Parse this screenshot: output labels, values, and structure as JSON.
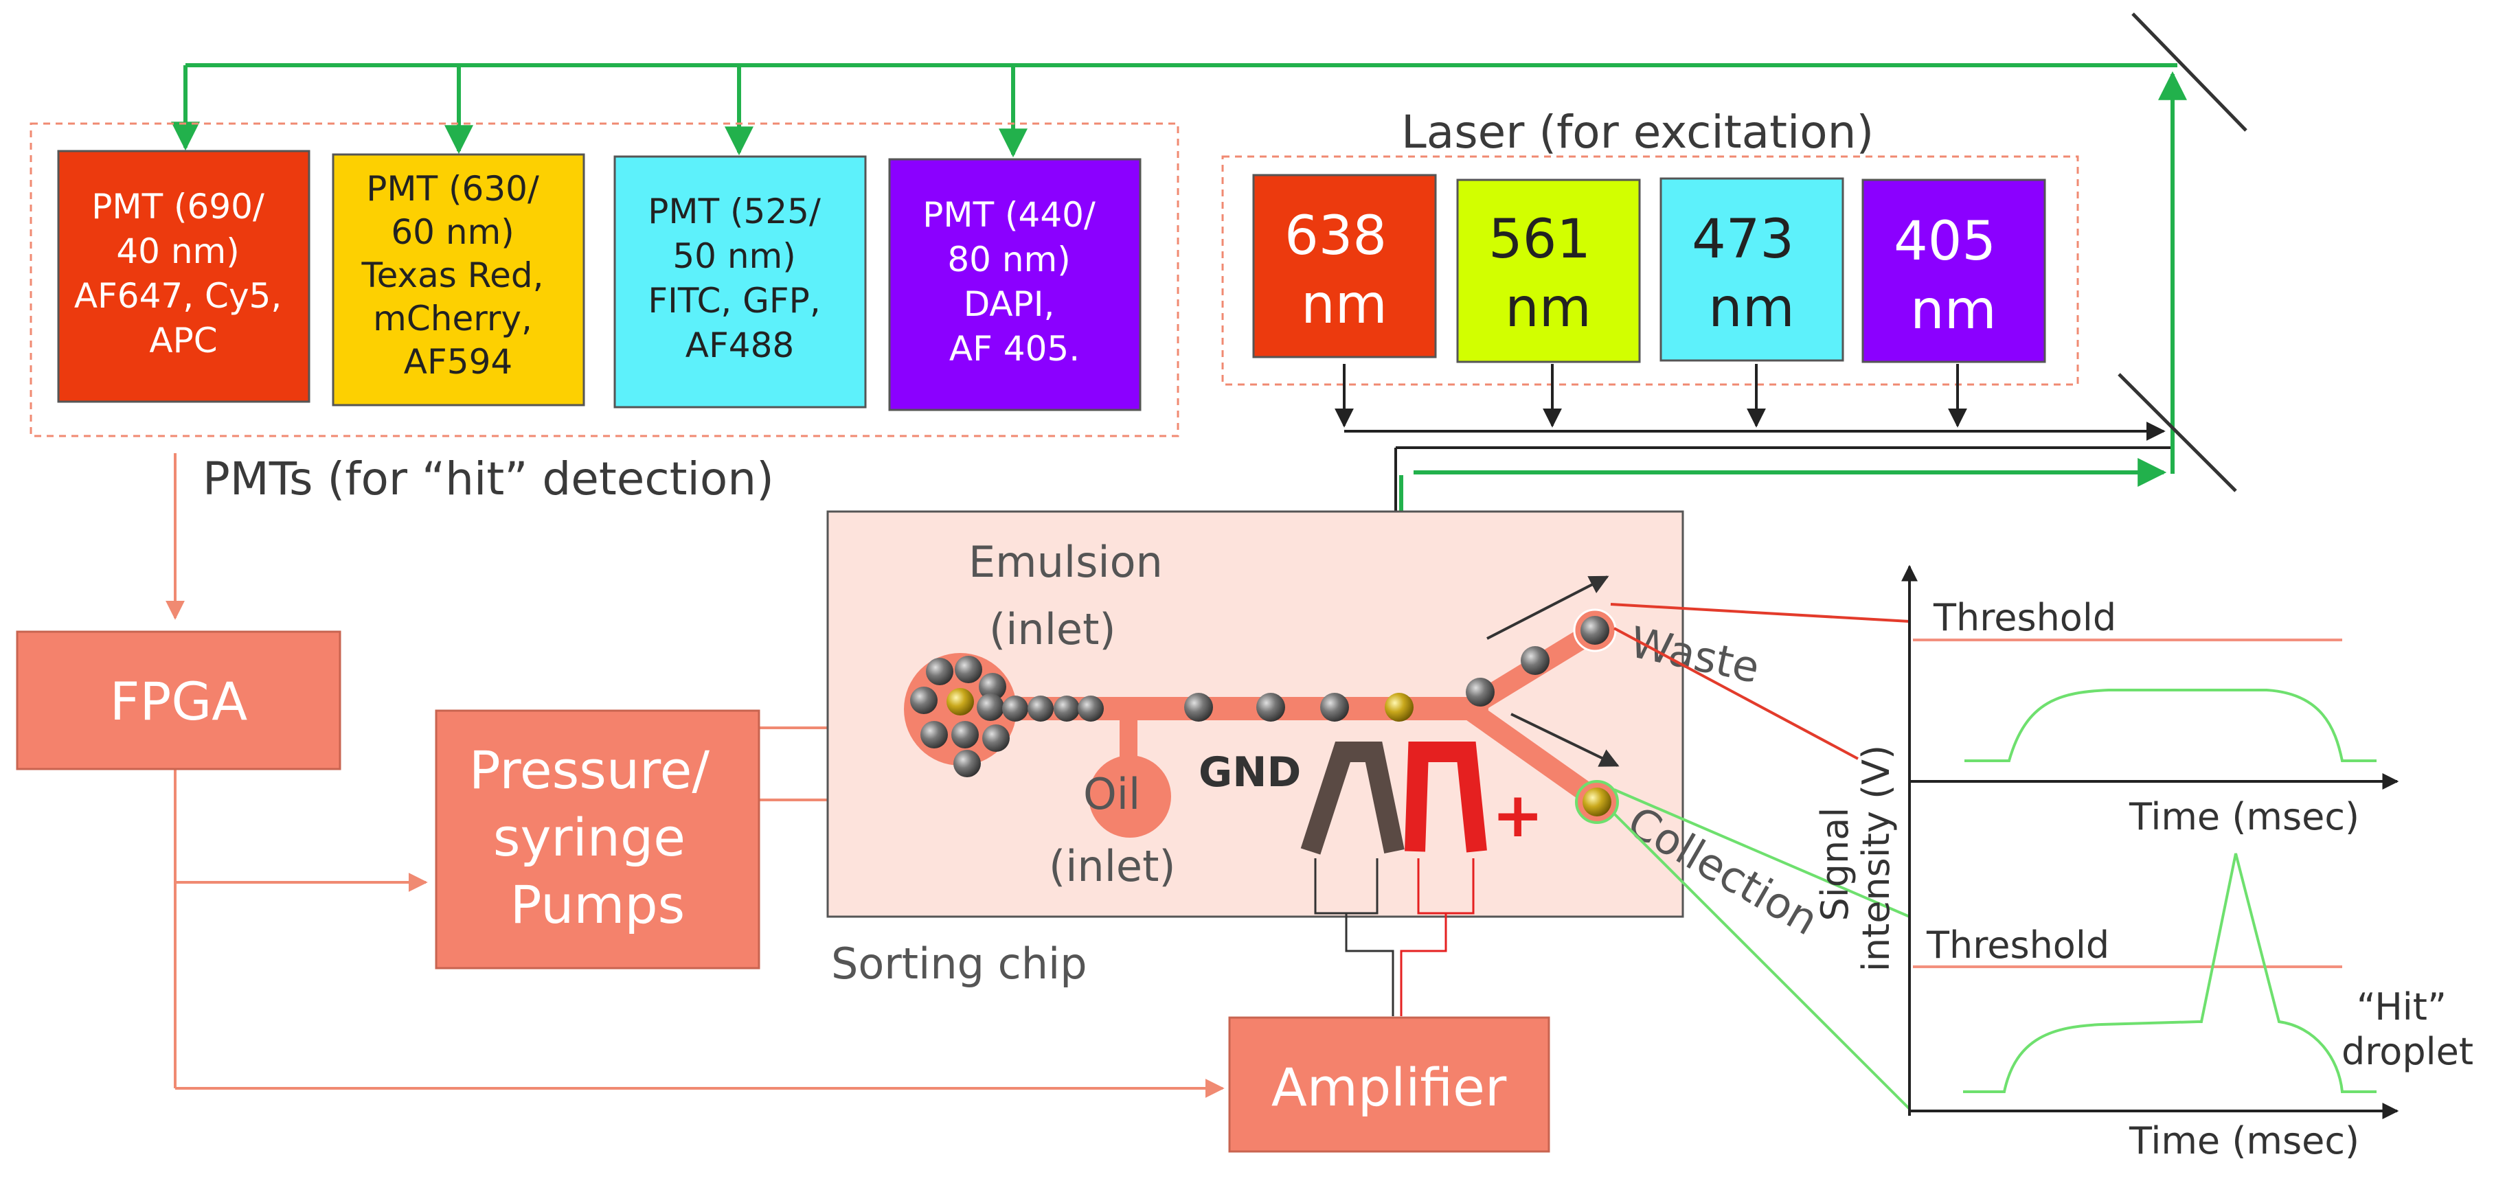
{
  "colors": {
    "green_beam": "#22b14c",
    "arrow_salmon": "#f08a72",
    "box_salmon": "#f4826c",
    "chip_bg": "#fde3dc",
    "threshold": "#f3907e",
    "signal": "#6ee06e"
  },
  "pmts": {
    "caption": "PMTs (for “hit” detection)",
    "items": [
      {
        "lines": [
          "PMT (690/",
          "40 nm)",
          "AF647, Cy5,",
          "APC"
        ],
        "color": "#ec3a0e"
      },
      {
        "lines": [
          "PMT (630/",
          "60 nm)",
          "Texas Red,",
          "mCherry,",
          "AF594"
        ],
        "color": "#fdd001"
      },
      {
        "lines": [
          "PMT (525/",
          "50 nm)",
          "FITC, GFP,",
          "AF488"
        ],
        "color": "#5df1fb"
      },
      {
        "lines": [
          "PMT (440/",
          "80 nm)",
          "DAPI,",
          "AF 405."
        ],
        "color": "#8b00ff"
      }
    ]
  },
  "lasers": {
    "caption": "Laser (for excitation)",
    "items": [
      {
        "lines": [
          "638",
          "nm"
        ],
        "color": "#ec3a0e"
      },
      {
        "lines": [
          "561",
          "nm"
        ],
        "color": "#d2ff00"
      },
      {
        "lines": [
          "473",
          "nm"
        ],
        "color": "#5df1fb"
      },
      {
        "lines": [
          "405",
          "nm"
        ],
        "color": "#8b00ff"
      }
    ]
  },
  "fpga": {
    "label": "FPGA"
  },
  "pumps": {
    "lines": [
      "Pressure/",
      "syringe",
      "Pumps"
    ]
  },
  "amplifier": {
    "label": "Amplifier"
  },
  "chip": {
    "caption": "Sorting chip",
    "emulsion": [
      "Emulsion",
      "(inlet)"
    ],
    "oil": [
      "Oil",
      "(inlet)"
    ],
    "gnd": "GND",
    "plus": "+",
    "waste": "Waste",
    "collection": "Collection"
  },
  "plots": {
    "ylabel": [
      "Signal",
      "intensity (V)"
    ],
    "top": {
      "threshold": "Threshold",
      "xlabel": "Time (msec)"
    },
    "bottom": {
      "threshold": "Threshold",
      "xlabel": "Time (msec)",
      "hit_label": [
        "“Hit”",
        "droplet"
      ]
    }
  }
}
